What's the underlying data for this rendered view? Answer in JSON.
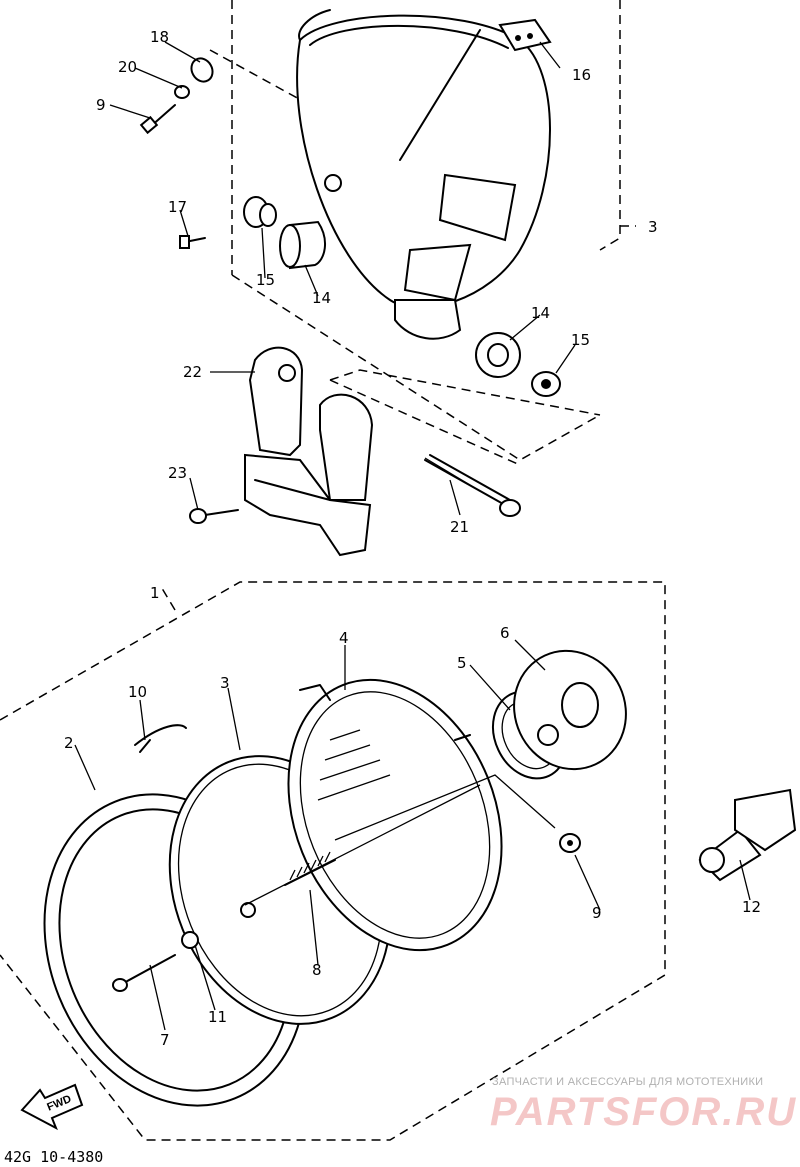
{
  "diagram": {
    "callouts": {
      "p1": "1",
      "p2": "2",
      "p3_top": "3",
      "p3_rim": "3",
      "p4": "4",
      "p5": "5",
      "p6": "6",
      "p7": "7",
      "p8": "8",
      "p9_top": "9",
      "p9_bottom": "9",
      "p10": "10",
      "p11": "11",
      "p12": "12",
      "p14_left": "14",
      "p14_right": "14",
      "p15_left": "15",
      "p15_right": "15",
      "p16": "16",
      "p17": "17",
      "p18": "18",
      "p20": "20",
      "p21": "21",
      "p22": "22",
      "p23": "23"
    },
    "fwd_label": "FWD",
    "drawing_code": "42G 10-4380"
  },
  "watermark": {
    "caption": "ЗАПЧАСТИ И АКСЕССУАРЫ ДЛЯ МОТОТЕХНИКИ",
    "logo_text": "PARTSFOR.RU"
  },
  "colors": {
    "line": "#000000",
    "background": "#ffffff",
    "watermark": "#f4c7c7"
  }
}
